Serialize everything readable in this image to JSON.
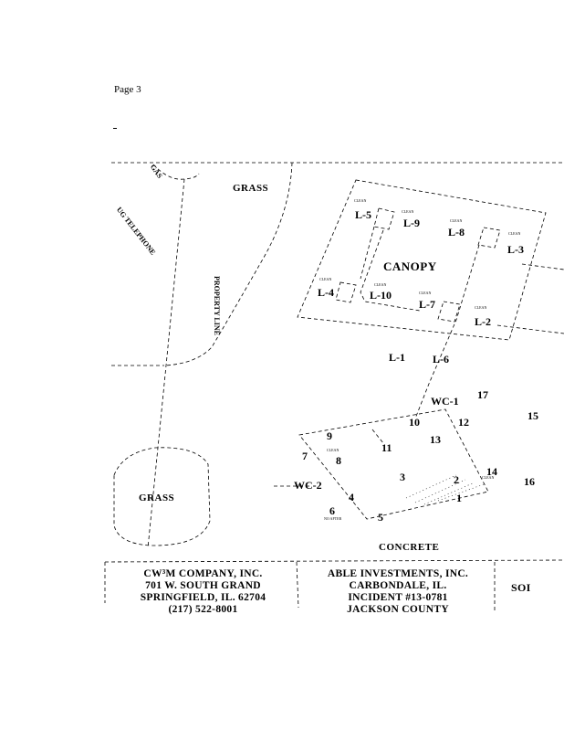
{
  "page": {
    "label": "Page 3"
  },
  "map": {
    "areas": {
      "grass_top": "GRASS",
      "grass_bottom": "GRASS",
      "canopy": "CANOPY",
      "concrete": "CONCRETE"
    },
    "utilities": {
      "gas": "GAS",
      "ug_telephone": "UG TELEPHONE",
      "property_line": "PROPERTY LINE"
    },
    "canopy_points": [
      {
        "id": "L-5",
        "status": "CLEAN"
      },
      {
        "id": "L-9",
        "status": "CLEAN"
      },
      {
        "id": "L-8",
        "status": "CLEAN"
      },
      {
        "id": "L-3",
        "status": "CLEAN"
      },
      {
        "id": "L-4",
        "status": "CLEAN"
      },
      {
        "id": "L-10",
        "status": "CLEAN"
      },
      {
        "id": "L-7",
        "status": "CLEAN"
      },
      {
        "id": "L-2",
        "status": "CLEAN"
      }
    ],
    "line_points": [
      {
        "id": "L-1"
      },
      {
        "id": "L-6"
      }
    ],
    "wells": [
      {
        "id": "WC-1"
      },
      {
        "id": "WC-2"
      }
    ],
    "borings": [
      {
        "id": "1"
      },
      {
        "id": "2"
      },
      {
        "id": "3"
      },
      {
        "id": "4"
      },
      {
        "id": "5"
      },
      {
        "id": "6"
      },
      {
        "id": "7"
      },
      {
        "id": "8"
      },
      {
        "id": "9"
      },
      {
        "id": "10"
      },
      {
        "id": "11"
      },
      {
        "id": "12"
      },
      {
        "id": "13"
      },
      {
        "id": "14"
      },
      {
        "id": "15"
      },
      {
        "id": "16"
      },
      {
        "id": "17"
      }
    ],
    "status_labels": {
      "clean": "CLEAN",
      "b6": "NO AFTER"
    }
  },
  "title_block": {
    "consultant": [
      "CW³M COMPANY, INC.",
      "701 W. SOUTH GRAND",
      "SPRINGFIELD, IL. 62704",
      "(217) 522-8001"
    ],
    "client": [
      "ABLE INVESTMENTS, INC.",
      "CARBONDALE, IL.",
      "INCIDENT #13-0781",
      "JACKSON COUNTY"
    ],
    "sheet": "SOI"
  }
}
